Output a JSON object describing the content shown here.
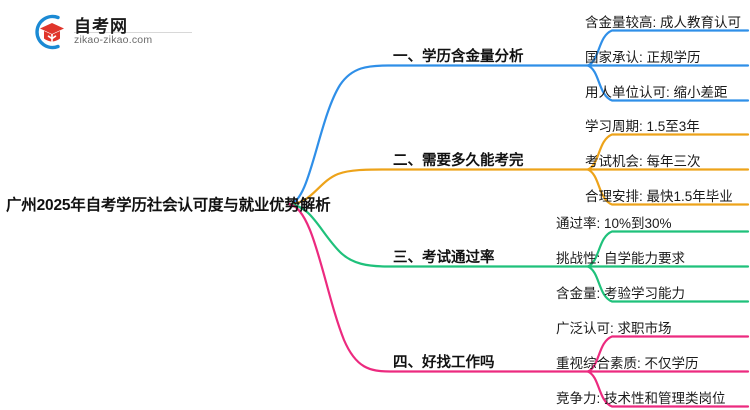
{
  "logo": {
    "name": "自考网",
    "domain": "zikao-zikao.com",
    "mark_icon": "graduation-cap-icon",
    "arc_color": "#1b8ad4",
    "cap_color": "#e0352b"
  },
  "mindmap": {
    "root": {
      "label": "广州2025年自考学历社会认可度与就业优势解析"
    },
    "branches": [
      {
        "label": "一、学历含金量分析",
        "color": "#2f8fe8",
        "leaves": [
          "含金量较高: 成人教育认可",
          "国家承认: 正规学历",
          "用人单位认可: 缩小差距"
        ]
      },
      {
        "label": "二、需要多久能考完",
        "color": "#eda31a",
        "leaves": [
          "学习周期: 1.5至3年",
          "考试机会: 每年三次",
          "合理安排: 最快1.5年毕业"
        ]
      },
      {
        "label": "三、考试通过率",
        "color": "#1fc17b",
        "leaves": [
          "通过率: 10%到30%",
          "挑战性: 自学能力要求",
          "含金量: 考验学习能力"
        ]
      },
      {
        "label": "四、好找工作吗",
        "color": "#ec2a7f",
        "leaves": [
          "广泛认可: 求职市场",
          "重视综合素质: 不仅学历",
          "竞争力: 技术性和管理类岗位"
        ]
      }
    ]
  }
}
